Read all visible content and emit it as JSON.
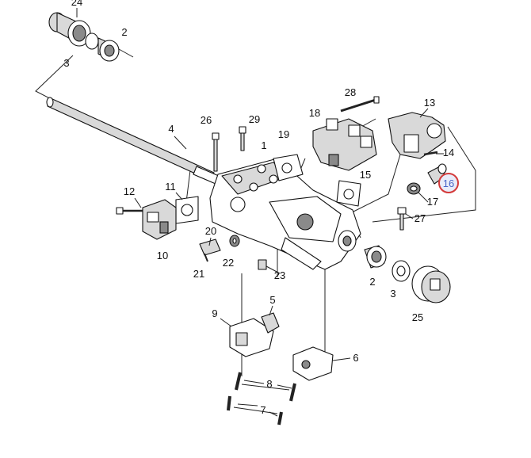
{
  "callouts": {
    "c24": "24",
    "c2a": "2",
    "c3a": "3",
    "c4": "4",
    "c28": "28",
    "c13": "13",
    "c18": "18",
    "c26": "26",
    "c29": "29",
    "c1": "1",
    "c19": "19",
    "c14": "14",
    "c16": "16",
    "c15": "15",
    "c17": "17",
    "c27": "27",
    "c12": "12",
    "c11": "11",
    "c20": "20",
    "c22": "22",
    "c10": "10",
    "c21": "21",
    "c23": "23",
    "c2b": "2",
    "c3b": "3",
    "c25": "25",
    "c5": "5",
    "c9": "9",
    "c6": "6",
    "c8": "8",
    "c7": "7"
  },
  "highlight": {
    "callout": "16",
    "ring_color": "#d43a3a",
    "text_color": "#4a66c8"
  }
}
